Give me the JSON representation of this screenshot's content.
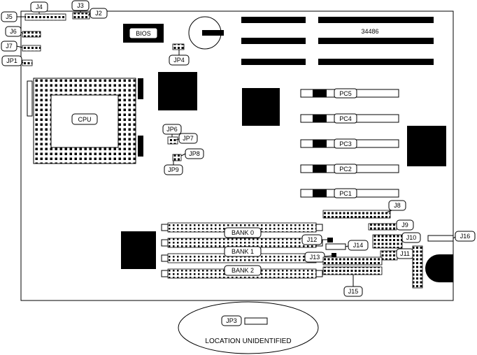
{
  "labels": {
    "j2": "J2",
    "j3": "J3",
    "j4": "J4",
    "j5": "J5",
    "j6": "J6",
    "j7": "J7",
    "jp1": "JP1",
    "jp3": "JP3",
    "jp4": "JP4",
    "jp6": "JP6",
    "jp7": "JP7",
    "jp8": "JP8",
    "jp9": "JP9",
    "j8": "J8",
    "j9": "J9",
    "j10": "J10",
    "j11": "J11",
    "j12": "J12",
    "j13": "J13",
    "j14": "J14",
    "j15": "J15",
    "j16": "J16",
    "bios": "BIOS",
    "cpu": "CPU",
    "chip_number": "34486",
    "pc1": "PC1",
    "pc2": "PC2",
    "pc3": "PC3",
    "pc4": "PC4",
    "pc5": "PC5",
    "bank0": "BANK 0",
    "bank1": "BANK 1",
    "bank2": "BANK 2",
    "note": "LOCATION UNIDENTIFIED"
  },
  "colors": {
    "ink": "#000000",
    "background": "#ffffff"
  }
}
